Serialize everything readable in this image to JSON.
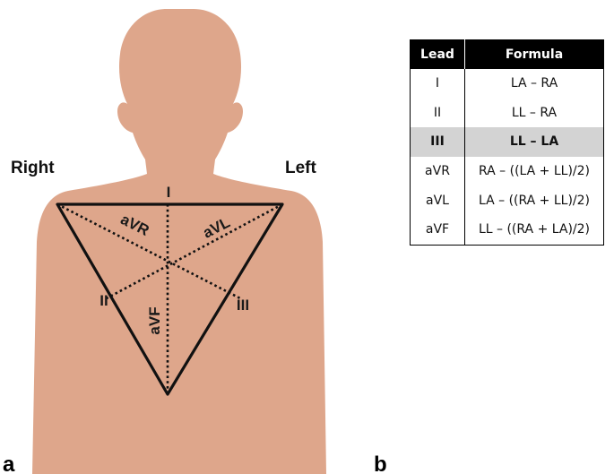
{
  "diagram": {
    "side_labels": {
      "right": "Right",
      "left": "Left"
    },
    "lead_labels": {
      "i": "I",
      "ii": "II",
      "iii": "III",
      "avr": "aVR",
      "avl": "aVL",
      "avf": "aVF"
    },
    "panel_labels": {
      "a": "a",
      "b": "b"
    },
    "colors": {
      "skin": "#dea68b",
      "lines": "#111111",
      "highlight_row": "#d3d3d3",
      "table_header": "#000000"
    }
  },
  "table": {
    "headers": {
      "lead": "Lead",
      "formula": "Formula"
    },
    "rows": [
      {
        "lead": "I",
        "formula": "LA – RA",
        "highlighted": false
      },
      {
        "lead": "II",
        "formula": "LL – RA",
        "highlighted": false
      },
      {
        "lead": "III",
        "formula": "LL – LA",
        "highlighted": true
      },
      {
        "lead": "aVR",
        "formula": "RA – ((LA + LL)/2)",
        "highlighted": false
      },
      {
        "lead": "aVL",
        "formula": "LA – ((RA + LL)/2)",
        "highlighted": false
      },
      {
        "lead": "aVF",
        "formula": "LL – ((RA + LA)/2)",
        "highlighted": false
      }
    ]
  }
}
